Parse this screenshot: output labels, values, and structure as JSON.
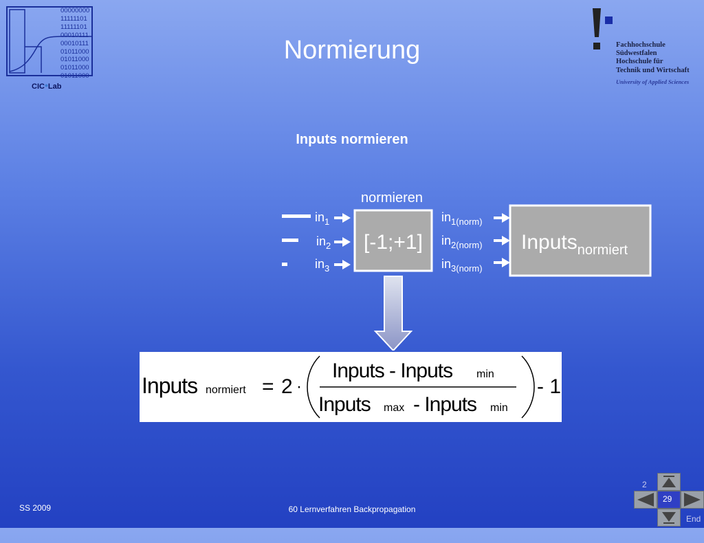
{
  "logo_left": {
    "binary": [
      "00000000",
      "11111101",
      "11111101",
      "00010111",
      "00010111",
      "01011000",
      "01011000",
      "01011000",
      "01011000"
    ],
    "label": "CIC",
    "label2": "Lab"
  },
  "logo_right": {
    "lines": [
      "Fachhochschule",
      "Südwestfalen",
      "Hochschule für",
      "Technik und Wirtschaft"
    ],
    "subline": "University of Applied Sciences"
  },
  "title": "Normierung",
  "subtitle": "Inputs normieren",
  "diagram": {
    "block_label": "normieren",
    "block_text": "[-1;+1]",
    "inputs": [
      {
        "base": "in",
        "sub": "1"
      },
      {
        "base": "in",
        "sub": "2"
      },
      {
        "base": "in",
        "sub": "3"
      }
    ],
    "outputs": [
      {
        "base": "in",
        "sub": "1(norm)"
      },
      {
        "base": "in",
        "sub": "2(norm)"
      },
      {
        "base": "in",
        "sub": "3(norm)"
      }
    ],
    "result_base": "Inputs",
    "result_sub": "normiert"
  },
  "formula": {
    "lhs": "Inputs",
    "lhs_sub": "normiert",
    "eq": "=",
    "factor": "2",
    "dot": "·",
    "numerator": "Inputs  - Inputs",
    "numerator_sub": "min",
    "denominator_a": "Inputs",
    "denominator_a_sub": "max",
    "denominator_minus": "- Inputs",
    "denominator_b_sub": "min",
    "tail": "- 1"
  },
  "footer": {
    "date": "SS 2009",
    "chapter": "60  Lernverfahren Backpropagation",
    "page_prev": "2",
    "page_current": "29",
    "end_label": "End"
  }
}
